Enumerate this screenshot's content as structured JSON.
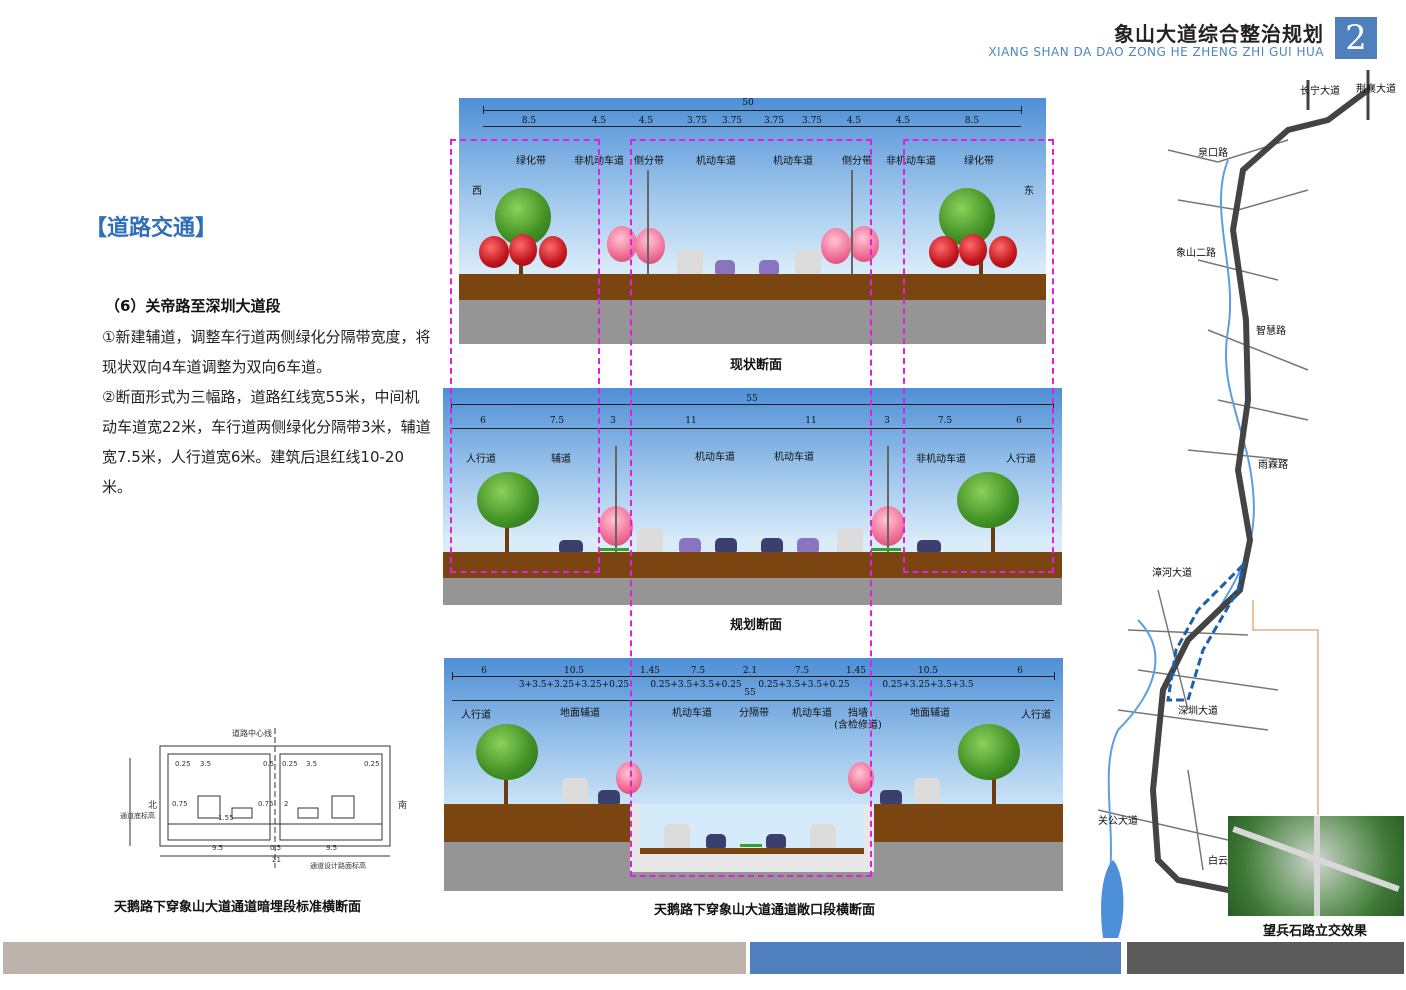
{
  "header": {
    "title": "象山大道综合整治规划",
    "subtitle": "XIANG SHAN DA DAO ZONG HE ZHENG ZHI GUI HUA",
    "page_number": "2"
  },
  "section_title": "【道路交通】",
  "subsection": {
    "heading": "（6）关帝路至深圳大道段",
    "p1": "①新建辅道，调整车行道两侧绿化分隔带宽度，将现状双向4车道调整为双向6车道。",
    "p2": "②断面形式为三幅路，道路红线宽55米，中间机动车道宽22米，车行道两侧绿化分隔带3米，辅道宽7.5米，人行道宽6米。建筑后退红线10-20米。"
  },
  "section1": {
    "caption": "现状断面",
    "total": "50",
    "dims": [
      "8.5",
      "4.5",
      "4.5",
      "3.75",
      "3.75",
      "3.75",
      "3.75",
      "4.5",
      "4.5",
      "8.5"
    ],
    "labels": [
      "绿化带",
      "非机动车道",
      "侧分带",
      "机动车道",
      "机动车道",
      "侧分带",
      "非机动车道",
      "绿化带"
    ],
    "west": "西",
    "east": "东"
  },
  "section2": {
    "caption": "规划断面",
    "total": "55",
    "dims": [
      "6",
      "7.5",
      "3",
      "11",
      "11",
      "3",
      "7.5",
      "6"
    ],
    "labels": [
      "人行道",
      "辅道",
      "机动车道",
      "机动车道",
      "非机动车道",
      "人行道"
    ]
  },
  "section3": {
    "caption": "天鹅路下穿象山大道通道敞口段横断面",
    "total": "55",
    "dims": [
      "6",
      "10.5",
      "1.45",
      "7.5",
      "2.1",
      "7.5",
      "1.45",
      "10.5",
      "6"
    ],
    "subdims": [
      "3+3.5+3.25+3.25+0.25",
      "0.25+3.5+3.5+0.25",
      "0.25+3.5+3.5+0.25",
      "0.25+3.25+3.5+3.5"
    ],
    "labels": [
      "人行道",
      "地面辅道",
      "机动车道",
      "分隔带",
      "机动车道",
      "挡墙",
      "(含检修道)",
      "地面辅道",
      "人行道"
    ]
  },
  "tunnel": {
    "caption": "天鹅路下穿象山大道通道暗埋段标准横断面",
    "labels": [
      "道路中心线",
      "北",
      "南",
      "通道设计路面标高",
      "通道底标高"
    ],
    "dims": [
      "0.25",
      "3.5",
      "0.5",
      "0.25",
      "3.5",
      "0.25",
      "0.75",
      "1.55",
      "0.75",
      "2",
      "9.5",
      "0.5",
      "9.5",
      "21"
    ]
  },
  "map": {
    "labels": [
      "长宁大道",
      "荆襄大道",
      "泉口路",
      "象山二路",
      "智慧路",
      "雨霖路",
      "漳河大道",
      "深圳大道",
      "关公大道",
      "白云大道"
    ],
    "inset_caption": "望兵石路立交效果"
  },
  "colors": {
    "accent": "#4f80bd",
    "dash": "#e21fe1",
    "footer_left": "#bcb2a9",
    "footer_mid": "#4f80bd",
    "footer_right": "#5a5a5a"
  }
}
